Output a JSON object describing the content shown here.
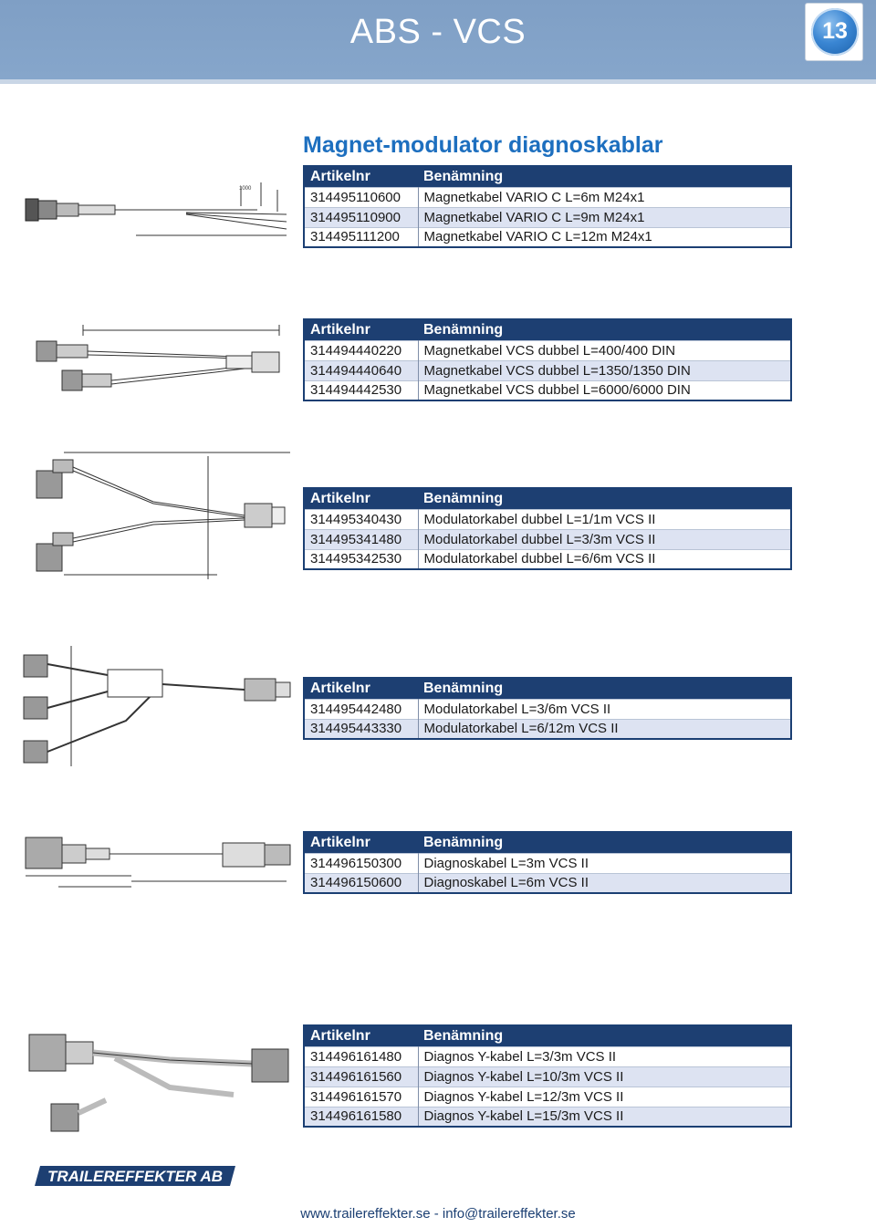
{
  "header": {
    "title": "ABS - VCS",
    "page_number": "13"
  },
  "section_title": "Magnet-modulator diagnoskablar",
  "columns": {
    "article": "Artikelnr",
    "name": "Benämning"
  },
  "tables": [
    {
      "rows": [
        {
          "article": "314495110600",
          "name": "Magnetkabel VARIO C L=6m M24x1"
        },
        {
          "article": "314495110900",
          "name": "Magnetkabel VARIO C L=9m M24x1"
        },
        {
          "article": "314495111200",
          "name": "Magnetkabel VARIO C L=12m M24x1"
        }
      ]
    },
    {
      "rows": [
        {
          "article": "314494440220",
          "name": "Magnetkabel VCS dubbel L=400/400 DIN"
        },
        {
          "article": "314494440640",
          "name": "Magnetkabel VCS dubbel L=1350/1350 DIN"
        },
        {
          "article": "314494442530",
          "name": "Magnetkabel VCS dubbel L=6000/6000 DIN"
        }
      ]
    },
    {
      "rows": [
        {
          "article": "314495340430",
          "name": "Modulatorkabel dubbel L=1/1m VCS II"
        },
        {
          "article": "314495341480",
          "name": "Modulatorkabel dubbel L=3/3m VCS II"
        },
        {
          "article": "314495342530",
          "name": "Modulatorkabel dubbel L=6/6m VCS II"
        }
      ]
    },
    {
      "rows": [
        {
          "article": "314495442480",
          "name": "Modulatorkabel L=3/6m VCS II"
        },
        {
          "article": "314495443330",
          "name": "Modulatorkabel L=6/12m VCS II"
        }
      ]
    },
    {
      "rows": [
        {
          "article": "314496150300",
          "name": "Diagnoskabel L=3m VCS II"
        },
        {
          "article": "314496150600",
          "name": "Diagnoskabel L=6m VCS II"
        }
      ]
    },
    {
      "rows": [
        {
          "article": "314496161480",
          "name": "Diagnos Y-kabel L=3/3m VCS II"
        },
        {
          "article": "314496161560",
          "name": "Diagnos Y-kabel L=10/3m VCS II"
        },
        {
          "article": "314496161570",
          "name": "Diagnos Y-kabel L=12/3m VCS II"
        },
        {
          "article": "314496161580",
          "name": "Diagnos Y-kabel L=15/3m VCS II"
        }
      ]
    }
  ],
  "footer": {
    "website": "www.trailereffekter.se",
    "separator": " - ",
    "email": "info@trailereffekter.se"
  },
  "logo_text": "TRAILEREFFEKTER AB",
  "colors": {
    "header_bg": "#86a6cb",
    "table_header": "#1d3f72",
    "row_alt": "#dde3f2",
    "title_blue": "#1d6fbf"
  }
}
